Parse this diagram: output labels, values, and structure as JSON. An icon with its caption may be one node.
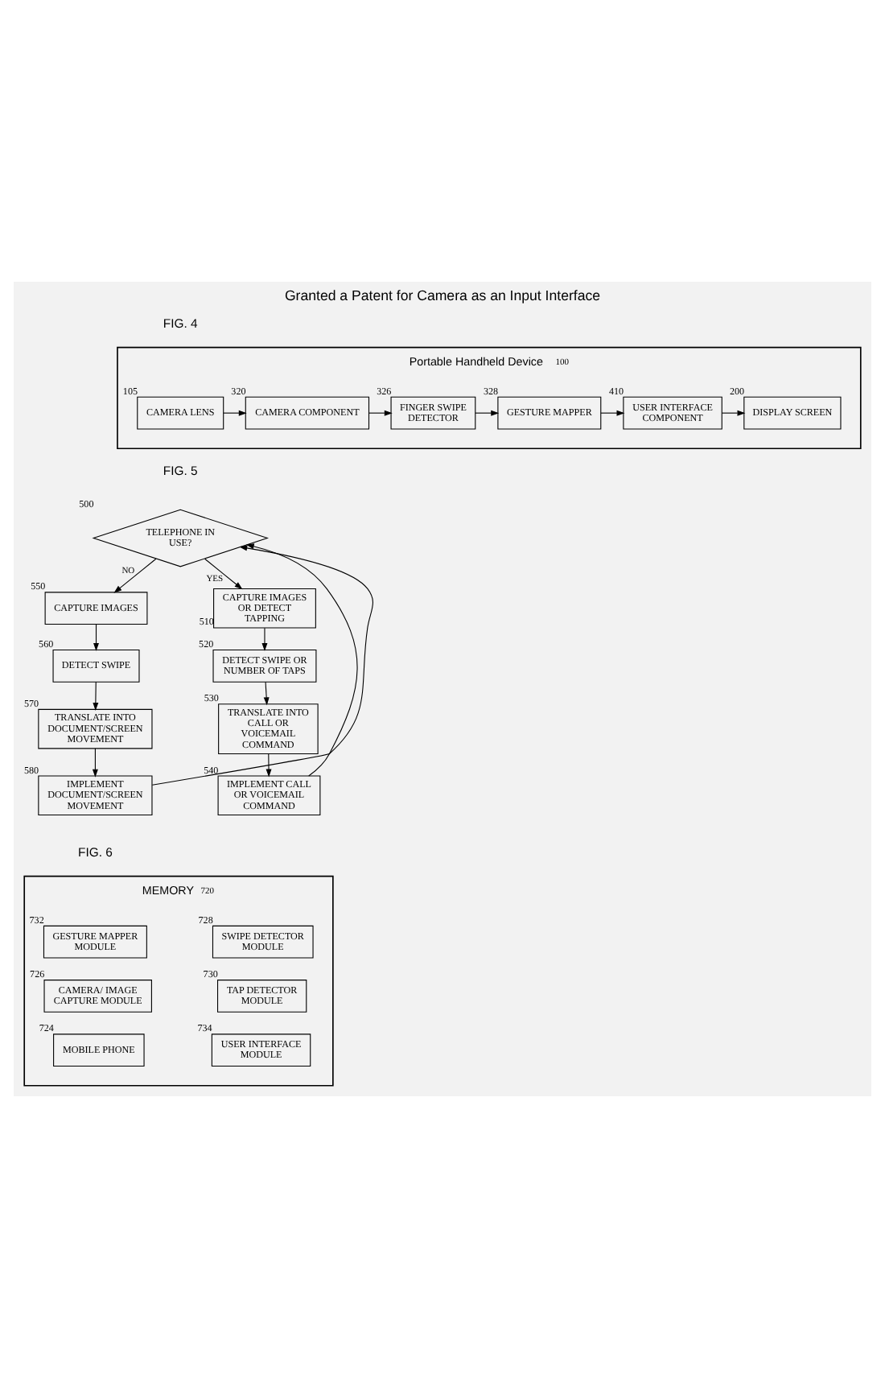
{
  "diagram": {
    "title": "Granted a Patent for Camera as an Input Interface",
    "nodes": [
      {
        "text": [
          "Portable Handheld Device"
        ],
        "beside": [
          "100"
        ]
      },
      {
        "text": [
          "CAMERA LENS"
        ],
        "in": 0,
        "beside": [
          "105"
        ]
      },
      {
        "text": [
          "CAMERA COMPONENT"
        ],
        "in": 0,
        "beside": [
          "320"
        ]
      },
      {
        "text": [
          "FINGER SWIPE DETECTOR"
        ],
        "in": 0,
        "beside": [
          "326"
        ]
      },
      {
        "text": [
          "GESTURE MAPPER"
        ],
        "in": 0,
        "beside": [
          "328"
        ]
      },
      {
        "text": [
          "USER INTERFACE COMPONENT"
        ],
        "in": 0,
        "beside": [
          "410"
        ]
      },
      {
        "text": [
          "DISPLAY SCREEN"
        ],
        "in": 0,
        "beside": [
          "200"
        ]
      },
      {
        "text": [
          "TELEPHONE IN USE?"
        ],
        "beside": [
          "500"
        ]
      },
      {
        "text": [
          "CAPTURE IMAGES OR DETECT TAPPING"
        ],
        "beside": [
          "510"
        ]
      },
      {
        "text": [
          "DETECT SWIPE OR NUMBER OF TAPS"
        ],
        "beside": [
          "520"
        ]
      },
      {
        "text": [
          "TRANSLATE INTO CALL OR VOICEMAIL COMMAND"
        ],
        "beside": [
          "530"
        ]
      },
      {
        "text": [
          "IMPLEMENT CALL OR VOICEMAIL COMMAND"
        ],
        "beside": [
          "540"
        ]
      },
      {
        "text": [
          "CAPTURE IMAGES"
        ],
        "beside": [
          "550"
        ]
      },
      {
        "text": [
          "DETECT SWIPE"
        ],
        "beside": [
          "560"
        ]
      },
      {
        "text": [
          "TRANSLATE INTO DOCUMENT/SCREEN MOVEMENT"
        ],
        "beside": [
          "570"
        ]
      },
      {
        "text": [
          "IMPLEMENT DOCUMENT/SCREEN MOVEMENT"
        ],
        "beside": [
          "580"
        ]
      },
      {
        "text": [
          "MEMORY"
        ],
        "beside": [
          "720"
        ]
      },
      {
        "text": [
          "GESTURE MAPPER MODULE"
        ],
        "in": 16,
        "beside": [
          "732"
        ]
      },
      {
        "text": [
          "SWIPE DETECTOR MODULE"
        ],
        "in": 16,
        "beside": [
          "728"
        ]
      },
      {
        "text": [
          "CAMERA/ IMAGE CAPTURE MODULE"
        ],
        "in": 16,
        "beside": [
          "726"
        ]
      },
      {
        "text": [
          "TAP DETECTOR MODULE"
        ],
        "in": 16,
        "beside": [
          "730"
        ]
      },
      {
        "text": [
          "MOBILE PHONE"
        ],
        "in": 16,
        "beside": [
          "724"
        ]
      },
      {
        "text": [
          "USER INTERFACE MODULE"
        ],
        "in": 16,
        "beside": [
          "734"
        ]
      }
    ],
    "edges": [
      {
        "from": 1,
        "to": 2,
        "arrow": "to"
      },
      {
        "from": 2,
        "to": 3,
        "arrow": "to"
      },
      {
        "from": 3,
        "to": 4,
        "arrow": "to"
      },
      {
        "from": 4,
        "to": 5,
        "arrow": "to"
      },
      {
        "from": 5,
        "to": 6,
        "arrow": "to"
      },
      {
        "from": 7,
        "to": 8,
        "arrow": "to",
        "label": "YES"
      },
      {
        "from": 7,
        "to": 12,
        "arrow": "to",
        "label": "NO"
      },
      {
        "from": 8,
        "to": 9,
        "arrow": "to"
      },
      {
        "from": 9,
        "to": 10,
        "arrow": "to"
      },
      {
        "from": 10,
        "to": 11,
        "arrow": "to"
      },
      {
        "from": 11,
        "to": 7,
        "arrow": "to"
      },
      {
        "from": 12,
        "to": 13,
        "arrow": "to"
      },
      {
        "from": 13,
        "to": 14,
        "arrow": "to"
      },
      {
        "from": 14,
        "to": 15,
        "arrow": "to"
      },
      {
        "from": 15,
        "to": 7,
        "arrow": "to"
      }
    ],
    "labels": [
      "FIG. 4",
      "FIG. 5",
      "FIG. 6"
    ]
  }
}
